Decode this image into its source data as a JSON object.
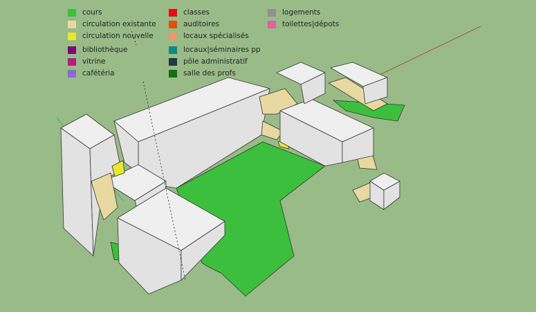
{
  "legend": {
    "items": [
      {
        "label": "cours",
        "color": "#3cbf3c"
      },
      {
        "label": "circulation existante",
        "color": "#e8d9a0"
      },
      {
        "label": "circulation nouvelle",
        "color": "#e8e830"
      },
      {
        "label": "bibliothèque",
        "color": "#7a0a7a"
      },
      {
        "label": "vitrine",
        "color": "#b0207a"
      },
      {
        "label": "cafétéria",
        "color": "#8a6ad0"
      },
      {
        "label": "classes",
        "color": "#e01010"
      },
      {
        "label": "auditoires",
        "color": "#e05010"
      },
      {
        "label": "locaux spécialisés",
        "color": "#e89a70"
      },
      {
        "label": "locaux|séminaires pp",
        "color": "#108a80"
      },
      {
        "label": "pôle administratif",
        "color": "#203848"
      },
      {
        "label": "salle des profs",
        "color": "#107010"
      },
      {
        "label": "logements",
        "color": "#909090"
      },
      {
        "label": "toilettes|dépots",
        "color": "#e060a0"
      }
    ]
  },
  "scene": {
    "background": "#99bb88",
    "courtyard_color": "#3cbf3c",
    "building_top": "#efefef",
    "building_side": "#e2e2e2",
    "circulation_color": "#e8d9a0",
    "new_circulation_color": "#e8e830",
    "edge_color": "#333333"
  }
}
